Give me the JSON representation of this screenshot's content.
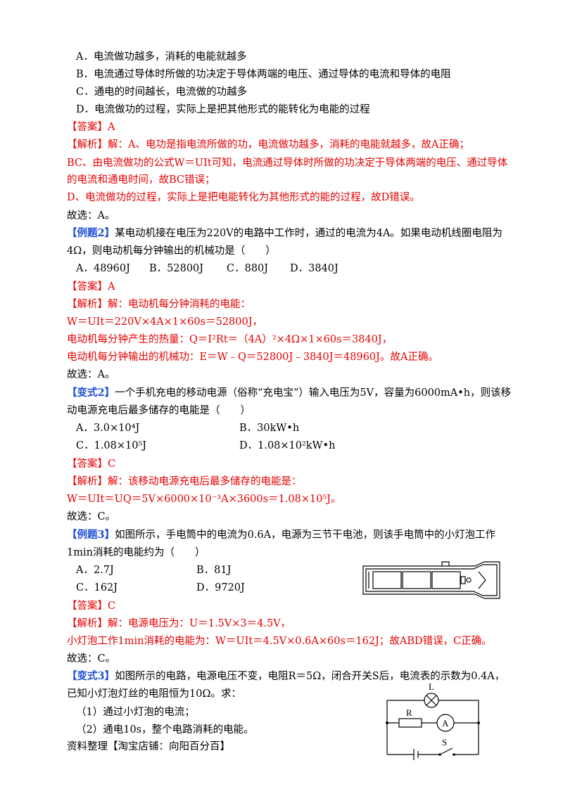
{
  "q1": {
    "options": [
      "A．电流做功越多，消耗的电能就越多",
      "B．电流通过导体时所做的功决定于导体两端的电压、通过导体的电流和导体的电阻",
      "C．通电的时间越长，电流做的功越多",
      "D．电流做功的过程，实际上是把其他形式的能转化为电能的过程"
    ],
    "answer_label": "【答案】A",
    "analysis": [
      "【解析】解：A、电功是指电流所做的功，电流做功越多，消耗的电能就越多，故A正确；",
      "BC、由电流做功的公式W＝UIt可知，电流通过导体时所做的功决定于导体两端的电压、通过导体",
      "的电流和通电时间，故BC错误；",
      "D、电流做功的过程，实际上是把电能转化为其他形式的能的过程，故D错误。"
    ],
    "conclusion": "故选：A。"
  },
  "ex2": {
    "tag": "【例题2】",
    "stem1": "某电动机接在电压为220V的电路中工作时，通过的电流为4A。如果电动机线圈电阻为",
    "stem2": "4Ω，则电动机每分钟输出的机械功是（　　）",
    "options": [
      "A．48960J",
      "B．52800J",
      "C．880J",
      "D．3840J"
    ],
    "answer_label": "【答案】A",
    "analysis": [
      "【解析】解：电动机每分钟消耗的电能：",
      "W＝UIt＝220V×4A×1×60s＝52800J，",
      "电动机每分钟产生的热量：Q＝I²Rt＝（4A）²×4Ω×1×60s＝3840J，",
      "电动机每分钟输出的机械功：E＝W﹣Q＝52800J﹣3840J＝48960J。故A正确。"
    ],
    "conclusion": "故选：A。"
  },
  "var2": {
    "tag": "【变式2】",
    "stem1": "一个手机充电的移动电源（俗称“充电宝”）输入电压为5V，容量为6000mA•h，则该移",
    "stem2": "动电源充电后最多储存的电能是（　　）",
    "options": [
      "A．3.0×10⁴J",
      "B．30kW•h",
      "C．1.08×10⁵J",
      "D．1.08×10²kW•h"
    ],
    "answer_label": "【答案】C",
    "analysis": [
      "【解析】解：该移动电源充电后最多储存的电能是：",
      "W＝UIt＝UQ＝5V×6000×10⁻³A×3600s＝1.08×10⁵J。"
    ],
    "conclusion": "故选：C。"
  },
  "ex3": {
    "tag": "【例题3】",
    "stem1": "如图所示，手电筒中的电流为0.6A，电源为三节干电池，则该手电筒中的小灯泡工作",
    "stem2": "1min消耗的电能约为（　　）",
    "options": [
      "A．2.7J",
      "B．81J",
      "C．162J",
      "D．9720J"
    ],
    "answer_label": "【答案】C",
    "analysis": [
      "【解析】解：电源电压为：U＝1.5V×3＝4.5V，",
      "小灯泡工作1min消耗的电能为：W＝UIt＝4.5V×0.6A×60s＝162J；故ABD错误，C正确。"
    ],
    "conclusion": "故选：C。"
  },
  "var3": {
    "tag": "【变式3】",
    "stem1": "如图所示的电路，电源电压不变，电阻R＝5Ω，闭合开关S后，电流表的示数为0.4A，",
    "stem2": "已知小灯泡灯丝的电阻恒为10Ω。求：",
    "sub1": "（1）通过小灯泡的电流；",
    "sub2": "（2）通电10s，整个电路消耗的电能。",
    "circuit": {
      "lamp": "L",
      "resistor": "R",
      "ammeter": "A",
      "switch": "S"
    }
  },
  "footer": "资料整理【淘宝店铺：向阳百分百】"
}
